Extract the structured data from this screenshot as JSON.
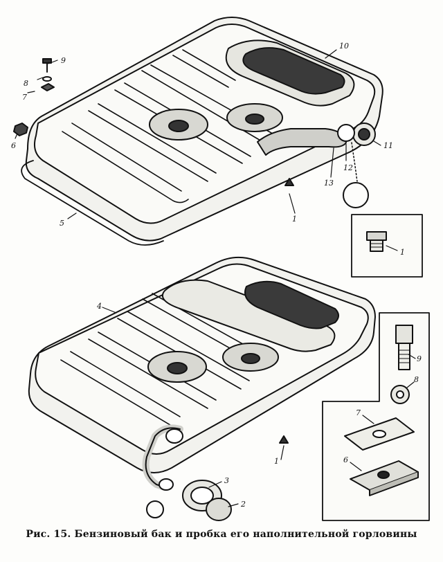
{
  "caption": "Рис. 15. Бензиновый бак и пробка его наполнительной горловины",
  "callouts": {
    "upper": [
      "10",
      "9",
      "8",
      "7",
      "6",
      "5",
      "1",
      "13",
      "12",
      "11",
      "1"
    ],
    "lower": [
      "4",
      "9",
      "8",
      "7",
      "6",
      "1",
      "3",
      "2"
    ]
  }
}
